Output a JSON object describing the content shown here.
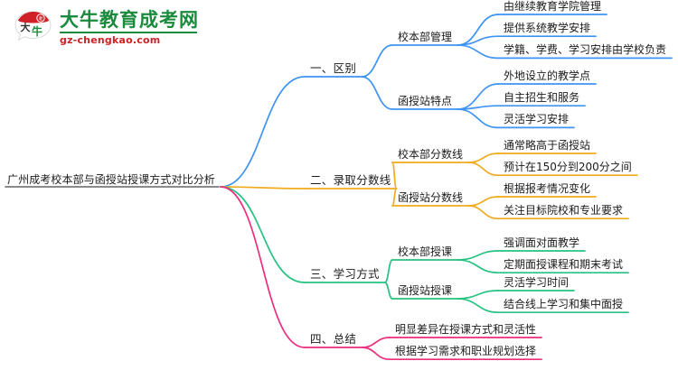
{
  "logo": {
    "mark_text": "大牛",
    "name_cn": "大牛教育成考网",
    "domain": "gz-chengkao.com",
    "green": "#1a8a3c",
    "red": "#cf2127"
  },
  "mindmap": {
    "root": {
      "label": "广州成考校本部与函授站授课方式对比分析"
    },
    "colors": {
      "blue": "#3d94f6",
      "orange": "#f0ab1e",
      "green": "#26c281",
      "pink": "#ec2d7e"
    },
    "branches": [
      {
        "label": "一、区别",
        "color": "#3d94f6",
        "groups": [
          {
            "label": "校本部管理",
            "items": [
              "由继续教育学院管理",
              "提供系统教学安排",
              "学籍、学费、学习安排由学校负责"
            ]
          },
          {
            "label": "函授站特点",
            "items": [
              "外地设立的教学点",
              "自主招生和服务",
              "灵活学习安排"
            ]
          }
        ]
      },
      {
        "label": "二、录取分数线",
        "color": "#f0ab1e",
        "groups": [
          {
            "label": "校本部分数线",
            "items": [
              "通常略高于函授站",
              "预计在150分到200分之间"
            ]
          },
          {
            "label": "函授站分数线",
            "items": [
              "根据报考情况变化",
              "关注目标院校和专业要求"
            ]
          }
        ]
      },
      {
        "label": "三、学习方式",
        "color": "#26c281",
        "groups": [
          {
            "label": "校本部授课",
            "items": [
              "强调面对面教学",
              "定期面授课程和期末考试"
            ]
          },
          {
            "label": "函授站授课",
            "items": [
              "灵活学习时间",
              "结合线上学习和集中面授"
            ]
          }
        ]
      },
      {
        "label": "四、总结",
        "color": "#ec2d7e",
        "groups": [
          {
            "label": "",
            "items": [
              "明显差异在授课方式和灵活性",
              "根据学习需求和职业规划选择"
            ]
          }
        ]
      }
    ]
  }
}
